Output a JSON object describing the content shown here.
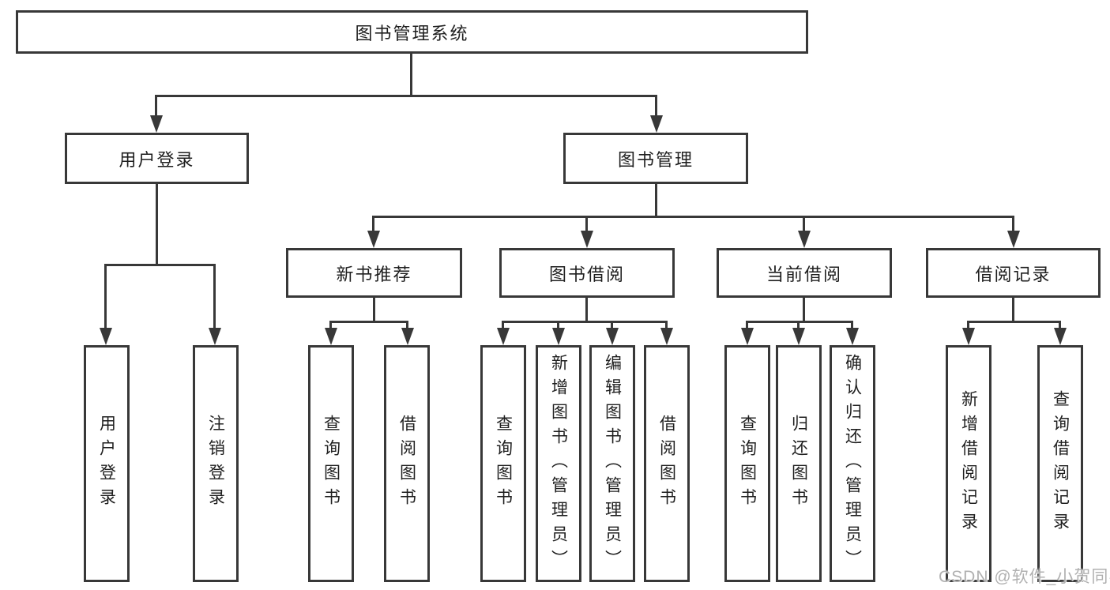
{
  "diagram_title": "图书管理系统",
  "tree": {
    "root": {
      "label": "图书管理系统"
    },
    "branches": [
      {
        "label": "用户登录",
        "children": [
          {
            "label": "用户登录"
          },
          {
            "label": "注销登录"
          }
        ]
      },
      {
        "label": "图书管理",
        "children": [
          {
            "label": "新书推荐",
            "children": [
              {
                "label": "查询图书"
              },
              {
                "label": "借阅图书"
              }
            ]
          },
          {
            "label": "图书借阅",
            "children": [
              {
                "label": "查询图书"
              },
              {
                "label": "新增图书（管理员）"
              },
              {
                "label": "编辑图书（管理员）"
              },
              {
                "label": "借阅图书"
              }
            ]
          },
          {
            "label": "当前借阅",
            "children": [
              {
                "label": "查询图书"
              },
              {
                "label": "归还图书"
              },
              {
                "label": "确认归还（管理员）"
              }
            ]
          },
          {
            "label": "借阅记录",
            "children": [
              {
                "label": "新增借阅记录"
              },
              {
                "label": "查询借阅记录"
              }
            ]
          }
        ]
      }
    ]
  },
  "watermark": "CSDN @软件_小贺同学",
  "colors": {
    "line": "#383838",
    "box_border": "#383838",
    "text": "#1f1f1f",
    "background": "#ffffff",
    "watermark": "#a8a8a8"
  }
}
